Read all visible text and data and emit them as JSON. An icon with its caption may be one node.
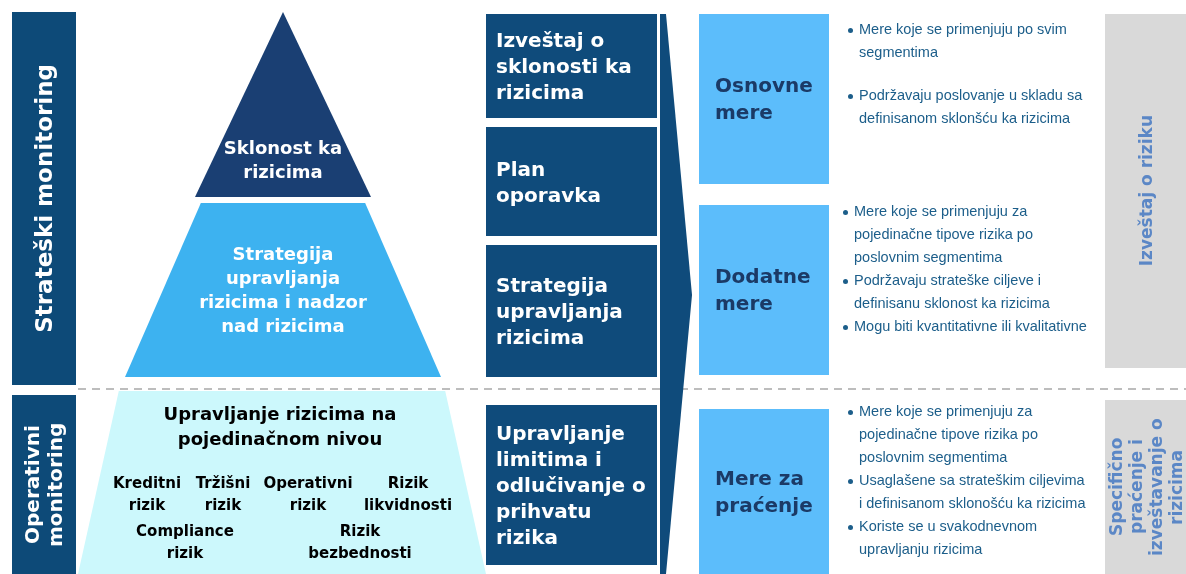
{
  "diagram": {
    "nodes": [
      {
        "text": [
          "Strateški monitoring"
        ]
      },
      {
        "text": [
          "Operativni monitoring"
        ]
      },
      {
        "text": [
          "Sklonost ka rizicima"
        ]
      },
      {
        "text": [
          "Strategija upravljanja rizicima i nadzor nad rizicima"
        ]
      },
      {
        "text": [
          "Upravljanje rizicima na pojedinačnom nivou",
          "Kreditni rizik",
          "Tržišni rizik",
          "Operativni rizik",
          "Rizik likvidnosti",
          "Compliance rizik",
          "Rizik bezbednosti"
        ]
      },
      {
        "text": [
          "Izveštaj o sklonosti ka rizicima"
        ]
      },
      {
        "text": [
          "Plan oporavka"
        ]
      },
      {
        "text": [
          "Strategija upravljanja rizicima"
        ]
      },
      {
        "text": [
          "Upravljanje limitima i odlučivanje o prihvatu rizika"
        ]
      },
      {
        "text": [
          "Osnovne mere"
        ],
        "beside": [
          "Mere koje se primenjuju po svim segmentima",
          "Podržavaju poslovanje u skladu sa definisanom sklonšću ka rizicima"
        ]
      },
      {
        "text": [
          "Dodatne mere"
        ],
        "beside": [
          "Mere koje se primenjuju za pojedinačne tipove rizika po poslovnim segmentima",
          "Podržavaju strateške ciljeve i definisanu sklonost ka rizicima",
          "Mogu biti kvantitativne ili kvalitativne"
        ]
      },
      {
        "text": [
          "Mere za praćenje"
        ],
        "beside": [
          "Mere koje se primenjuju za pojedinačne tipove rizika po poslovnim segmentima",
          "Usaglašene sa strateškim ciljevima i definisanom sklonošću ka rizicima",
          "Koriste se u svakodnevnom upravljanju rizicima"
        ]
      },
      {
        "text": [
          "Izveštaj o riziku"
        ]
      },
      {
        "text": [
          "Specifično praćenje i izveštavanje o rizicima"
        ]
      }
    ]
  }
}
